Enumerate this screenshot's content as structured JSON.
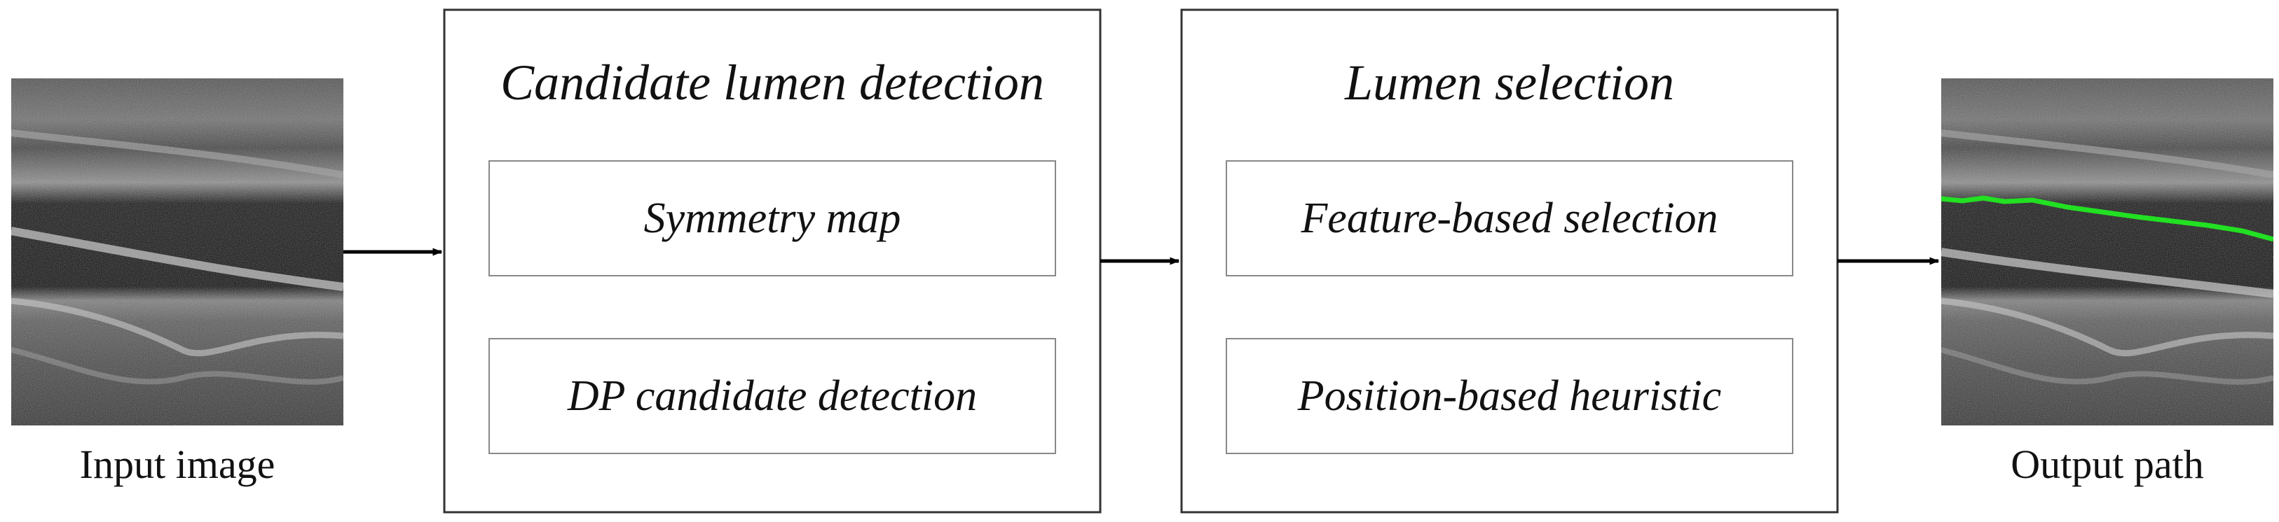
{
  "input": {
    "caption": "Input image"
  },
  "output": {
    "caption": "Output path"
  },
  "stage1": {
    "title": "Candidate lumen detection",
    "steps": [
      "Symmetry map",
      "DP candidate detection"
    ]
  },
  "stage2": {
    "title": "Lumen selection",
    "steps": [
      "Feature-based selection",
      "Position-based heuristic"
    ]
  },
  "colors": {
    "path_line": "#22e022",
    "box_border": "#333333",
    "inner_border": "#888888"
  },
  "icons": {
    "arrow": "arrow-right-icon"
  }
}
